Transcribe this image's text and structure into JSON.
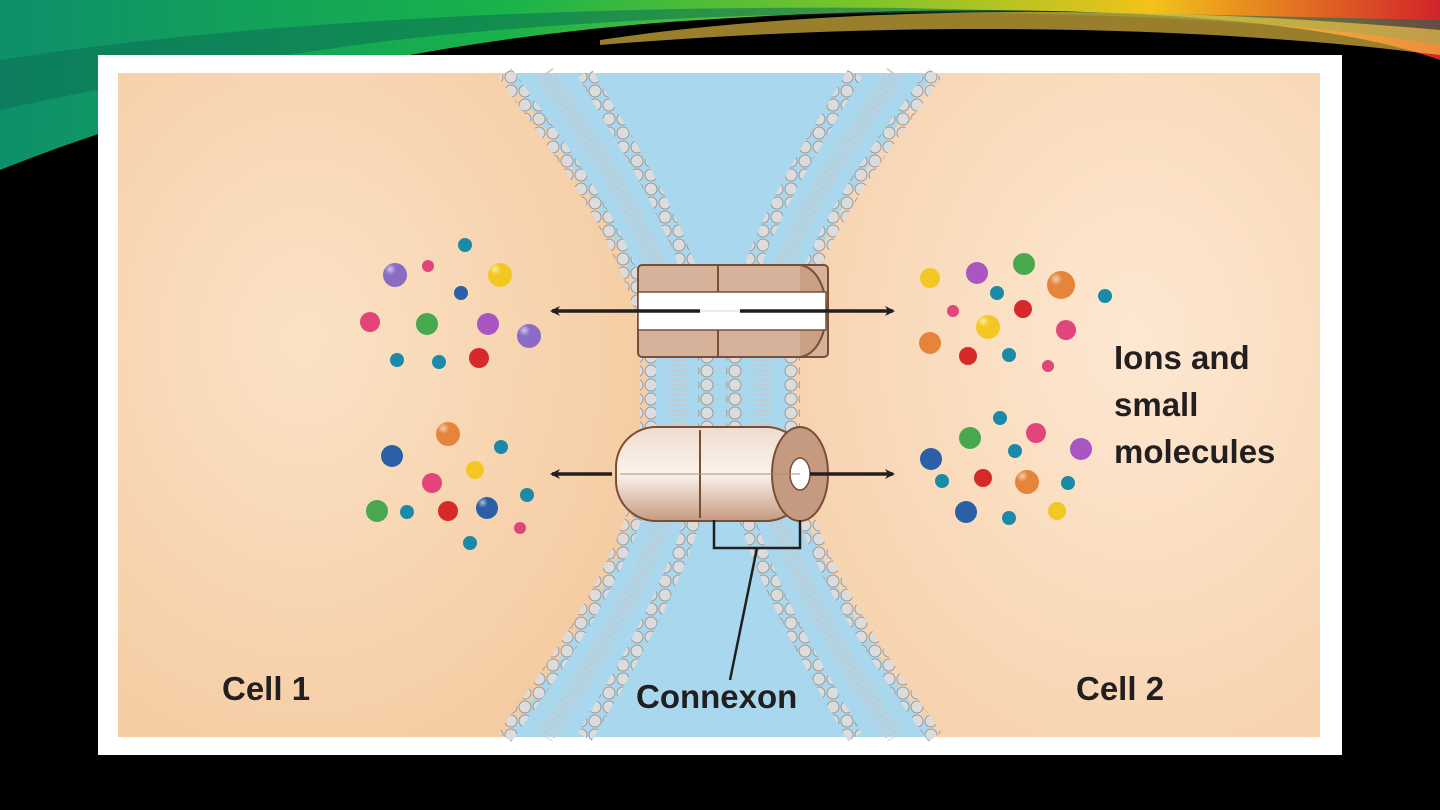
{
  "labels": {
    "cell1": "Cell 1",
    "cell2": "Cell 2",
    "connexon": "Connexon",
    "ions_line1": "Ions and",
    "ions_line2": "small",
    "ions_line3": "molecules"
  },
  "colors": {
    "background": "#000000",
    "cytoplasm": "#f9d6b3",
    "extracellular": "#a9d8ee",
    "membrane_head": "#d9d9d9",
    "channel": "#d9b49a",
    "accent_green": "#16a34a",
    "accent_yellow": "#f5b400",
    "accent_red": "#d2232a"
  },
  "molecule_colors": [
    "purple",
    "pink",
    "yellow",
    "blue",
    "green",
    "orange",
    "red",
    "teal"
  ]
}
